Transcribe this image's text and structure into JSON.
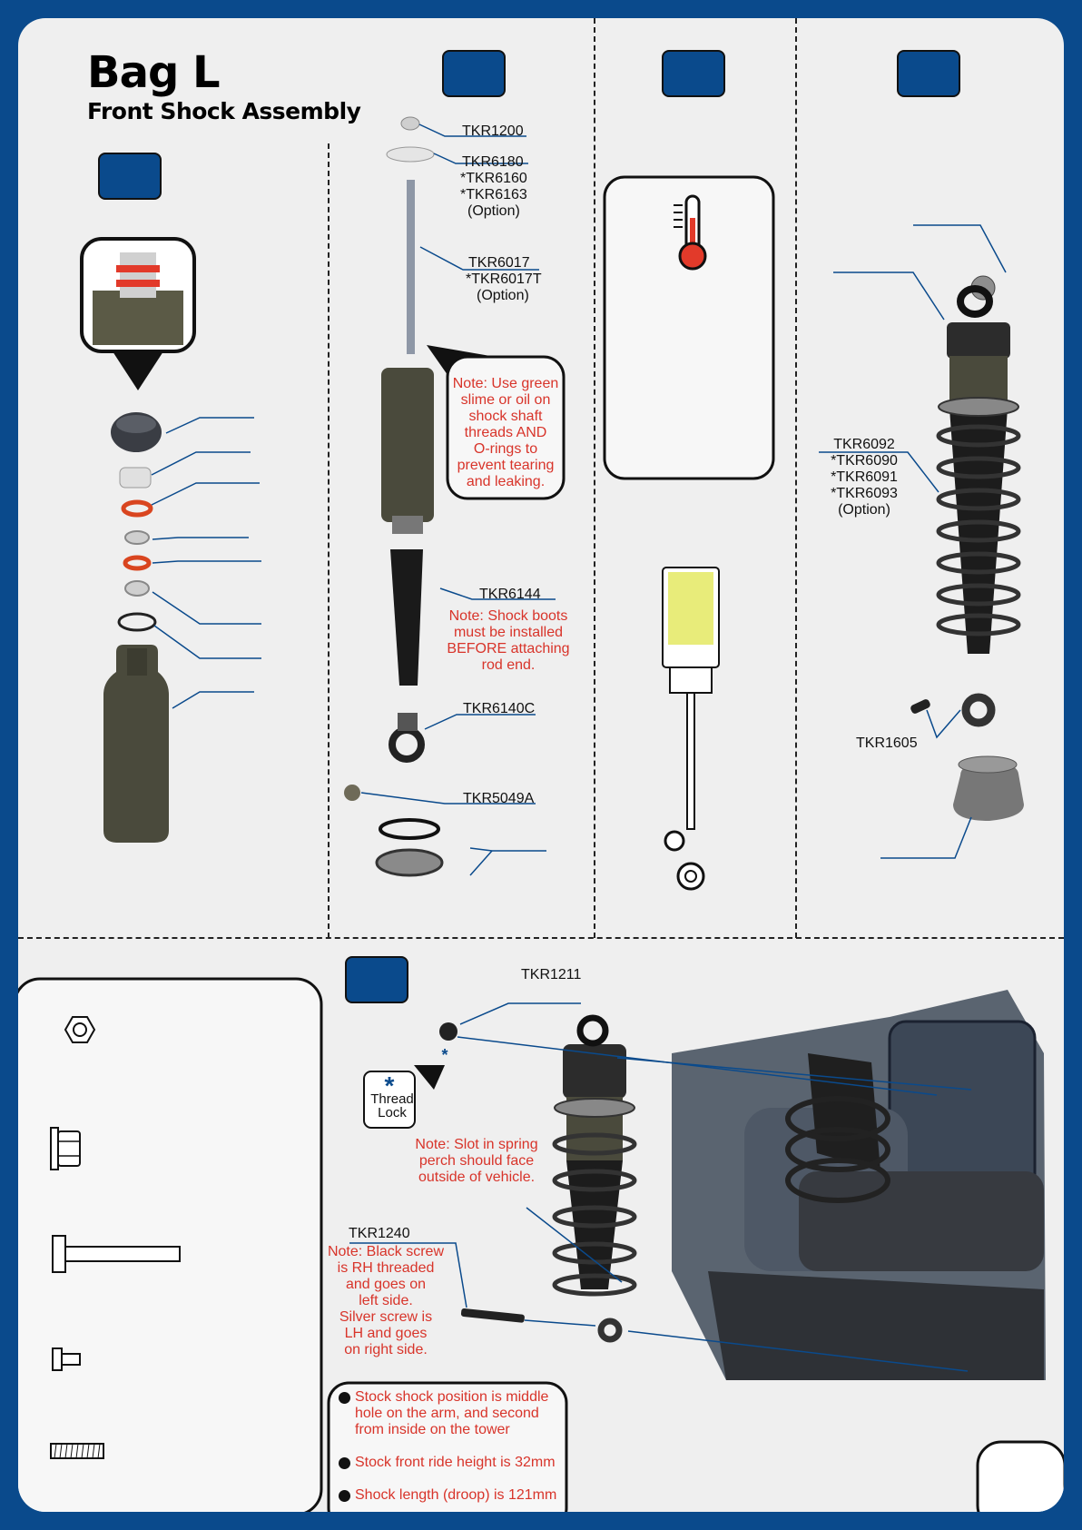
{
  "header": {
    "title": "Bag L",
    "subtitle": "Front Shock Assembly"
  },
  "labels": {
    "tkr1200": "TKR1200",
    "tkr6180": "TKR6180",
    "tkr6160": "*TKR6160",
    "tkr6163": "*TKR6163",
    "option1": "(Option)",
    "tkr6017": "TKR6017",
    "tkr6017t": "*TKR6017T",
    "option2": "(Option)",
    "tkr6144": "TKR6144",
    "tkr6140c": "TKR6140C",
    "tkr5049a": "TKR5049A",
    "tkr6092": "TKR6092",
    "tkr6090": "*TKR6090",
    "tkr6091": "*TKR6091",
    "tkr6093": "*TKR6093",
    "option3": "(Option)",
    "tkr1605": "TKR1605",
    "tkr1211": "TKR1211",
    "tkr1240": "TKR1240"
  },
  "notes": {
    "green_slime": [
      "Note: Use green",
      "slime or oil on",
      "shock shaft",
      "threads AND",
      "O-rings to",
      "prevent tearing",
      "and leaking."
    ],
    "shock_boots": [
      "Note: Shock boots",
      "must be installed",
      "BEFORE attaching",
      "rod end."
    ],
    "spring_perch": [
      "Note: Slot in spring",
      "perch should face",
      "outside of vehicle."
    ],
    "screw": [
      "Note: Black screw",
      "is RH threaded",
      "and goes on",
      "left side.",
      "Silver screw is",
      "LH and goes",
      "on right side."
    ]
  },
  "thread_lock": {
    "line1": "Thread",
    "line2": "Lock"
  },
  "bullets": [
    [
      "Stock shock position is middle",
      "hole on the arm, and second",
      "from inside on the tower"
    ],
    [
      "Stock front ride height is 32mm"
    ],
    [
      "Shock length (droop) is 121mm"
    ]
  ],
  "icons": [
    "hex-nut-icon",
    "flange-nut-icon",
    "long-screw-icon",
    "short-screw-icon",
    "set-screw-icon",
    "thermometer-icon"
  ],
  "colors": {
    "brand_blue": "#0a4a8c",
    "note_red": "#d8342a",
    "background": "#efefef"
  }
}
